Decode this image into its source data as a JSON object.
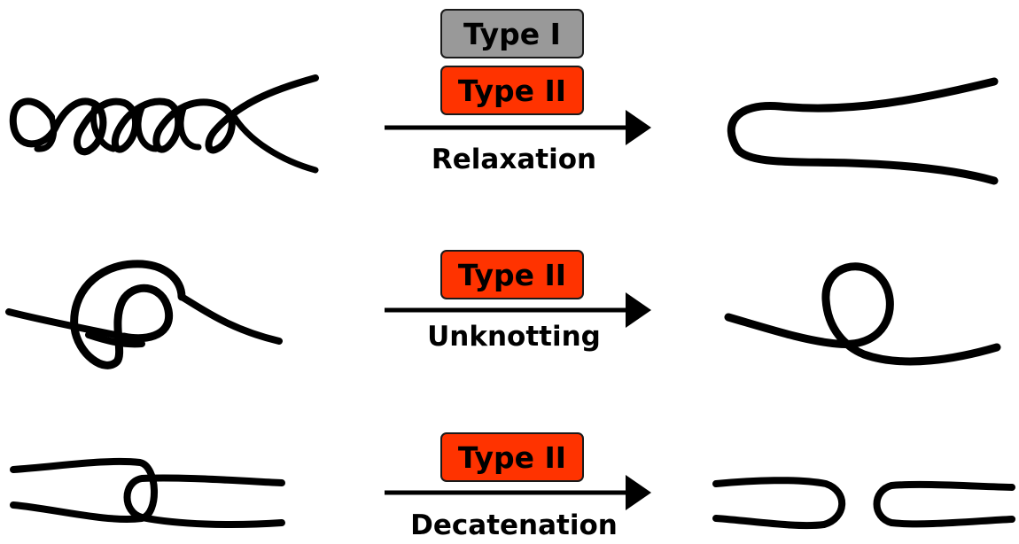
{
  "rows": [
    {
      "enzymes": [
        {
          "label": "Type I",
          "color": "#999999"
        },
        {
          "label": "Type II",
          "color": "#ff3300"
        }
      ],
      "process": "Relaxation"
    },
    {
      "enzymes": [
        {
          "label": "Type II",
          "color": "#ff3300"
        }
      ],
      "process": "Unknotting"
    },
    {
      "enzymes": [
        {
          "label": "Type II",
          "color": "#ff3300"
        }
      ],
      "process": "Decatenation"
    }
  ],
  "icons": {
    "supercoiled": "supercoiled-dna-icon",
    "relaxed": "relaxed-dna-icon",
    "knotted": "knotted-dna-icon",
    "unknotted": "unknotted-dna-icon",
    "catenated": "catenated-dna-icon",
    "decatenated": "decatenated-dna-icon"
  }
}
